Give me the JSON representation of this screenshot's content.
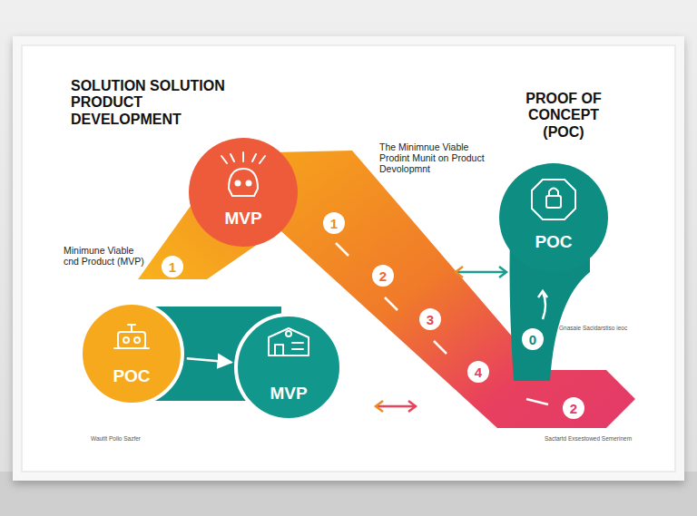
{
  "diagram": {
    "title": "SOLUTION SOLUTION PRODUCT DEVELOPMENT",
    "nodes": [
      {
        "text": [
          "MVP"
        ]
      },
      {
        "text": [
          "POC"
        ]
      },
      {
        "text": [
          "POC"
        ]
      },
      {
        "text": [
          "MVP"
        ]
      }
    ],
    "edges": [
      {
        "from": 2,
        "to": 3,
        "arrow": "to"
      }
    ],
    "labels": [
      "PROOF OF CONCEPT (POC)",
      "The Minimnue Viable Prodint Munit on Product Devolopmnt",
      "Minimune Viable cnd Product (MVP)",
      "1",
      "1",
      "2",
      "3",
      "4",
      "2",
      "0",
      "Gnasaie Sacidarstiso ieoc",
      "Wautlt Pollo Sazfer",
      "Sactartd Exsestowed Semerinem"
    ]
  }
}
